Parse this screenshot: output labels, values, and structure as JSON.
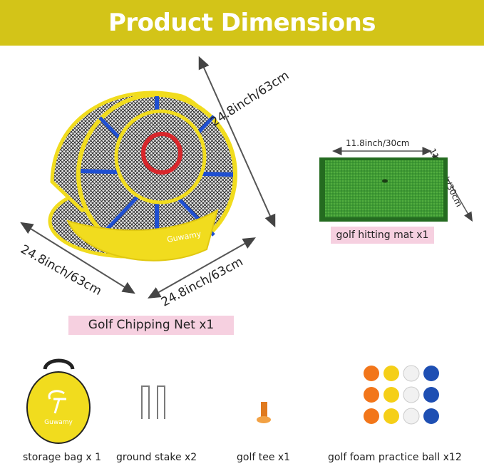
{
  "header": {
    "title": "Product Dimensions"
  },
  "net": {
    "brand": "Guwamy",
    "dim_height": "24.8inch/63cm",
    "dim_depth": "24.8inch/63cm",
    "dim_width": "24.8inch/63cm",
    "label": "Golf Chipping Net  x1"
  },
  "mat": {
    "dim_width": "11.8inch/30cm",
    "dim_depth": "11.8inch/30cm",
    "label": "golf hitting mat  x1"
  },
  "accessories": [
    {
      "label": "storage bag x 1",
      "brand": "Guwamy"
    },
    {
      "label": "ground stake  x2"
    },
    {
      "label": "golf tee  x1"
    },
    {
      "label": "golf foam practice ball  x12"
    }
  ],
  "colors": {
    "banner": "#d3c418",
    "net_yellow": "#f1dc1e",
    "net_blue": "#1f4fd1",
    "target_red": "#d8262b",
    "mat_green": "#3f9b35",
    "label_pink": "#f6d0e0",
    "ball_orange": "#f2761a",
    "ball_yellow": "#f5cf18",
    "ball_white": "#f1f1f1",
    "ball_blue": "#1e4fb3"
  }
}
